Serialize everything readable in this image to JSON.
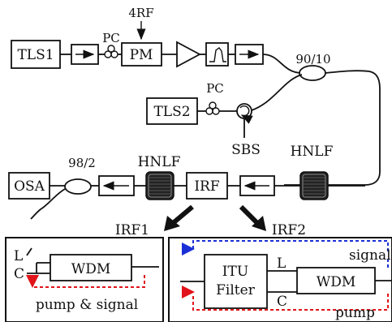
{
  "top": {
    "tls1": "TLS1",
    "pc1": "PC",
    "rf": "4RF",
    "pm": "PM",
    "coupler": "90/10",
    "pc2": "PC",
    "tls2": "TLS2",
    "sbs": "SBS"
  },
  "mid": {
    "osa": "OSA",
    "splitter": "98/2",
    "hnlf1": "HNLF",
    "irf": "IRF",
    "hnlf2": "HNLF"
  },
  "panels": {
    "irf1_title": "IRF1",
    "irf2_title": "IRF2",
    "irf1": {
      "l": "L",
      "c": "C",
      "wdm": "WDM",
      "caption": "pump & signal"
    },
    "irf2": {
      "itu_line1": "ITU",
      "itu_line2": "Filter",
      "l": "L",
      "c": "C",
      "wdm": "WDM",
      "signal": "signal",
      "pump": "pump"
    }
  },
  "colors": {
    "signal_path": "#1a2fd6",
    "pump_path": "#e0141a",
    "ink": "#111111"
  }
}
